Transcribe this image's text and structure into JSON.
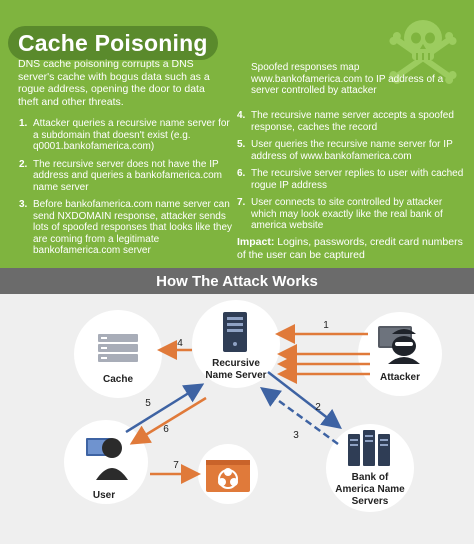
{
  "title": "Cache Poisoning",
  "intro": "DNS cache poisoning corrupts a DNS server's cache with bogus data such as a rogue address, opening the door to data theft and other threats.",
  "steps_left": [
    {
      "n": "1.",
      "text": "Attacker queries a recursive name server for a subdomain that doesn't exist (e.g. q0001.bankofamerica.com)"
    },
    {
      "n": "2.",
      "text": "The recursive server does not have the IP address and queries a bankofamerica.com name server"
    },
    {
      "n": "3.",
      "text": "Before bankofamerica.com name server can send NXDOMAIN response, attacker sends lots of spoofed responses that looks like they are coming from a legitimate bankofamerica.com server"
    }
  ],
  "spoofed_note": "Spoofed responses map www.bankofamerica.com to IP address of a server controlled by attacker",
  "steps_right": [
    {
      "n": "4.",
      "text": "The recursive name server accepts a spoofed response, caches the record"
    },
    {
      "n": "5.",
      "text": "User queries the recursive name server for IP address of www.bankofamerica.com"
    },
    {
      "n": "6.",
      "text": "The recursive server replies to user with cached rogue IP address"
    },
    {
      "n": "7.",
      "text": "User connects to site controlled by attacker which may look exactly like the real bank of america website"
    }
  ],
  "impact_label": "Impact:",
  "impact_text": " Logins, passwords, credit card numbers of the user can be captured",
  "section_header": "How The Attack Works",
  "nodes": {
    "cache": "Cache",
    "recursive_line1": "Recursive",
    "recursive_line2": "Name Server",
    "attacker": "Attacker",
    "user": "User",
    "bank_line1": "Bank of",
    "bank_line2": "America Name",
    "bank_line3": "Servers"
  },
  "arrow_numbers": {
    "a1": "1",
    "a2": "2",
    "a3": "3",
    "a4": "4",
    "a5": "5",
    "a6": "6",
    "a7": "7"
  },
  "colors": {
    "green": "#7fb43f",
    "dark_green": "#5a8a2c",
    "orange": "#e07a3a",
    "blue": "#3e63a3",
    "gray_band": "#6b6b6b",
    "navy": "#2f3d55",
    "icon_gray": "#888888"
  },
  "icons": [
    "skull-crossbones-icon",
    "cache-stack-icon",
    "server-icon",
    "hacker-icon",
    "user-computer-icon",
    "bank-servers-icon",
    "biohazard-icon"
  ]
}
